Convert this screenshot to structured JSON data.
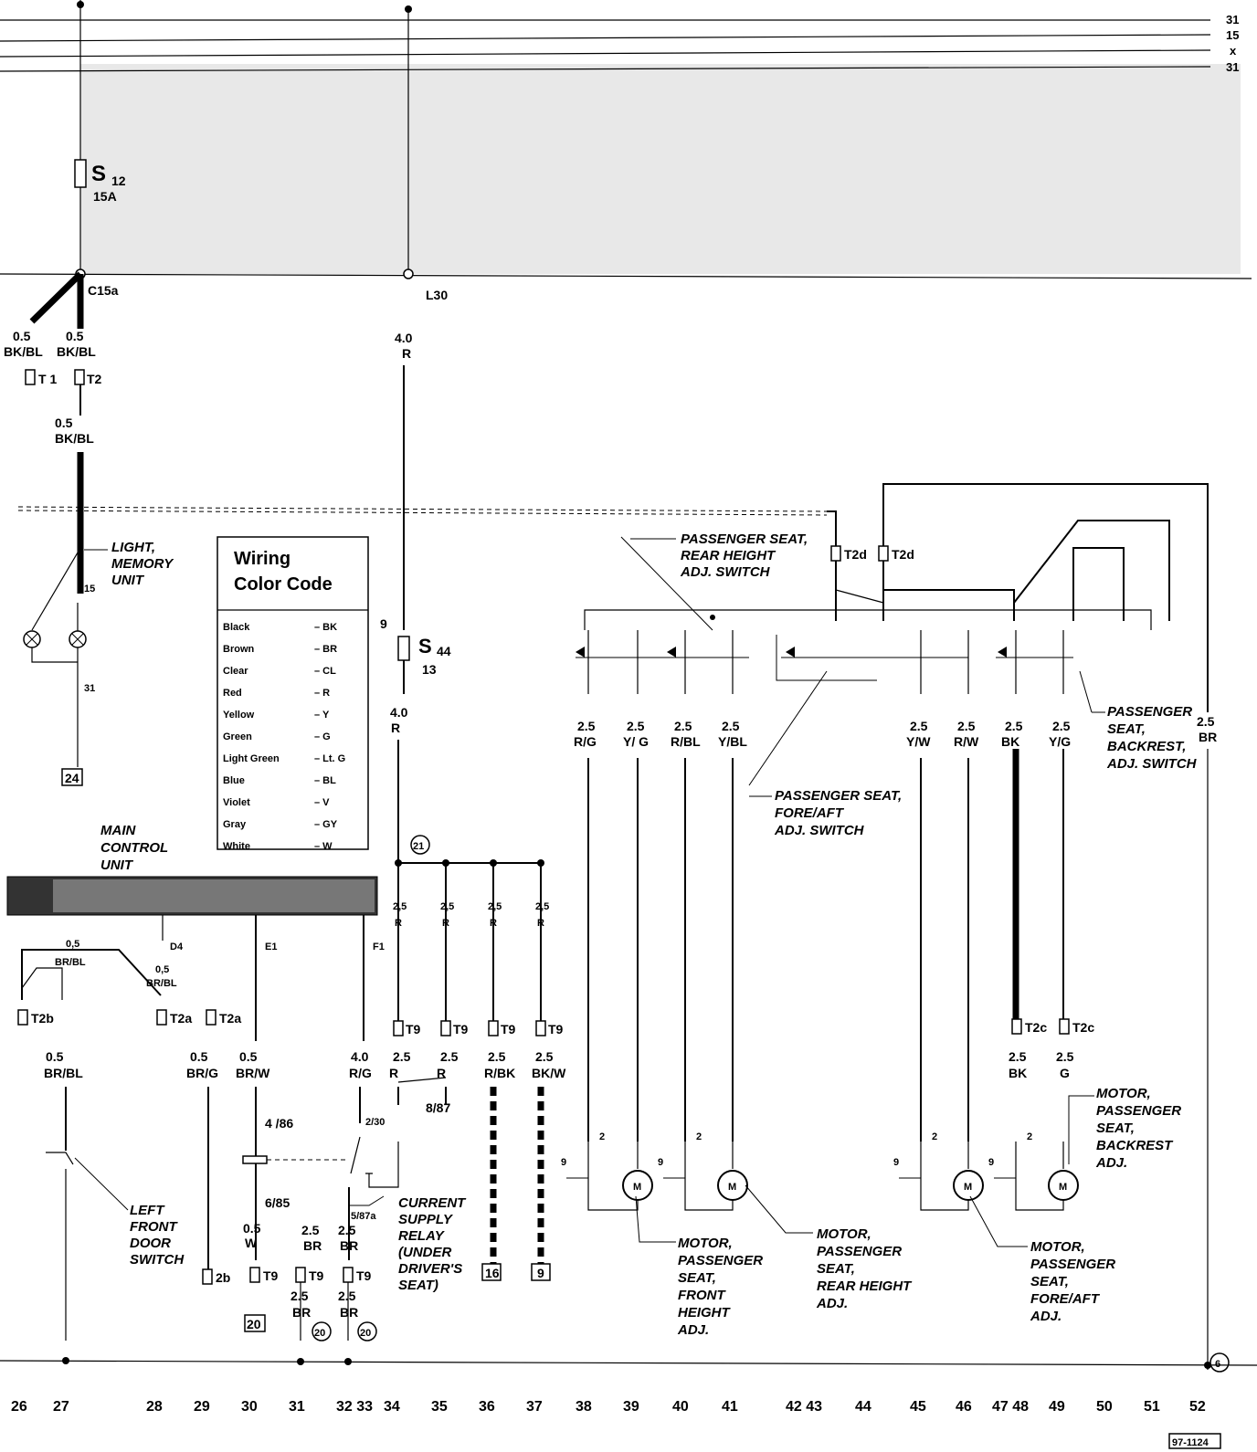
{
  "bus_lines": [
    "31",
    "15",
    "x",
    "31"
  ],
  "fuses": [
    {
      "id": "S 12",
      "id_main": "S",
      "id_sub": "12",
      "rating": "15A"
    },
    {
      "id": "S 44",
      "id_main": "S",
      "id_sub": "44",
      "circuit": "13",
      "pin": "9"
    }
  ],
  "connectors": {
    "c15a": "C15a",
    "l30": "L30",
    "t1": "T 1",
    "t2": "T2",
    "t2d": "T2d",
    "t2c": "T2c",
    "t9": "T9",
    "t2a": "T2a",
    "t2b": "T2b",
    "t2b_ground": "2b",
    "d4": "D4",
    "e1": "E1",
    "f1": "F1"
  },
  "wires": {
    "bkbl_left": {
      "size": "0.5",
      "color": "BK/BL"
    },
    "bkbl_mid": {
      "size": "0.5",
      "color": "BK/BL"
    },
    "bkbl_lower": {
      "size": "0.5",
      "color": "BK/BL"
    },
    "l30_r_top": {
      "size": "4.0",
      "color": "R"
    },
    "l30_r_below": {
      "size": "4.0",
      "color": "R"
    },
    "brbl_top": {
      "size": "0,5",
      "color": "BR/BL"
    },
    "brbl_d4": {
      "size": "0,5",
      "color": "BR/BL"
    },
    "brbl_left": {
      "size": "0.5",
      "color": "BR/BL"
    },
    "brg": {
      "size": "0.5",
      "color": "BR/G"
    },
    "brw": {
      "size": "0.5",
      "color": "BR/W"
    },
    "w": {
      "size": "0.5",
      "color": "W"
    },
    "rg_relay": {
      "size": "4.0",
      "color": "R/G"
    },
    "br_a": {
      "size": "2.5",
      "color": "BR"
    },
    "br_b": {
      "size": "2.5",
      "color": "BR"
    },
    "br_c": {
      "size": "2.5",
      "color": "BR"
    },
    "br_d": {
      "size": "2.5",
      "color": "BR"
    },
    "r_bus": [
      {
        "size": "2,5",
        "color": "R"
      },
      {
        "size": "2,5",
        "color": "R"
      },
      {
        "size": "2,5",
        "color": "R"
      },
      {
        "size": "2,5",
        "color": "R"
      }
    ],
    "t9_out": [
      {
        "size": "2.5",
        "color": "R"
      },
      {
        "size": "2.5",
        "color": "R"
      },
      {
        "size": "2.5",
        "color": "R/BK"
      },
      {
        "size": "2.5",
        "color": "BK/W"
      }
    ],
    "seat": [
      {
        "size": "2.5",
        "color": "R/G"
      },
      {
        "size": "2.5",
        "color": "Y/ G"
      },
      {
        "size": "2.5",
        "color": "R/BL"
      },
      {
        "size": "2.5",
        "color": "Y/BL"
      },
      {
        "size": "2.5",
        "color": "Y/W"
      },
      {
        "size": "2.5",
        "color": "R/W"
      },
      {
        "size": "2.5",
        "color": "BK"
      },
      {
        "size": "2.5",
        "color": "Y/G"
      }
    ],
    "backrest_motor": [
      {
        "size": "2.5",
        "color": "BK"
      },
      {
        "size": "2.5",
        "color": "G"
      }
    ],
    "br_right": {
      "size": "2.5",
      "color": "BR"
    }
  },
  "relay_pins": [
    "4 /86",
    "6/85",
    "2/30",
    "5/87a",
    "8/87"
  ],
  "pin_numbers": {
    "lamp_15": "15",
    "lamp_31": "31",
    "motor_2": "2",
    "switch_9": "9"
  },
  "circled": [
    "21",
    "20",
    "20",
    "6"
  ],
  "boxed": [
    "24",
    "20",
    "16",
    "9"
  ],
  "components": {
    "light_memory": [
      "LIGHT,",
      "MEMORY",
      "UNIT"
    ],
    "main_control": [
      "MAIN",
      "CONTROL",
      "UNIT"
    ],
    "left_door_switch": [
      "LEFT",
      "FRONT",
      "DOOR",
      "SWITCH"
    ],
    "relay": [
      "CURRENT",
      "SUPPLY",
      "RELAY",
      "(UNDER",
      "DRIVER'S",
      "SEAT)"
    ],
    "rear_height_switch": [
      "PASSENGER SEAT,",
      "REAR HEIGHT",
      "ADJ. SWITCH"
    ],
    "foreaft_switch": [
      "PASSENGER SEAT,",
      "FORE/AFT",
      "ADJ. SWITCH"
    ],
    "backrest_switch": [
      "PASSENGER",
      "SEAT,",
      "BACKREST,",
      "ADJ. SWITCH"
    ],
    "motor_front_height": [
      "MOTOR,",
      "PASSENGER",
      "SEAT,",
      "FRONT",
      "HEIGHT",
      "ADJ."
    ],
    "motor_rear_height": [
      "MOTOR,",
      "PASSENGER",
      "SEAT,",
      "REAR HEIGHT",
      "ADJ."
    ],
    "motor_foreaft": [
      "MOTOR,",
      "PASSENGER",
      "SEAT,",
      "FORE/AFT",
      "ADJ."
    ],
    "motor_backrest": [
      "MOTOR,",
      "PASSENGER",
      "SEAT,",
      "BACKREST",
      "ADJ."
    ]
  },
  "legend": {
    "title_line1": "Wiring",
    "title_line2": "Color Code",
    "rows": [
      {
        "color": "Black",
        "code": "– BK"
      },
      {
        "color": "Brown",
        "code": "– BR"
      },
      {
        "color": "Clear",
        "code": "– CL"
      },
      {
        "color": "Red",
        "code": "– R"
      },
      {
        "color": "Yellow",
        "code": "– Y"
      },
      {
        "color": "Green",
        "code": "– G"
      },
      {
        "color": "Light Green",
        "code": "– Lt. G"
      },
      {
        "color": "Blue",
        "code": "– BL"
      },
      {
        "color": "Violet",
        "code": "– V"
      },
      {
        "color": "Gray",
        "code": "– GY"
      },
      {
        "color": "White",
        "code": "– W"
      }
    ]
  },
  "motor_symbol": "M",
  "track_numbers": [
    "26",
    "27",
    "28",
    "29",
    "30",
    "31",
    "32 33",
    "34",
    "35",
    "36",
    "37",
    "38",
    "39",
    "40",
    "41",
    "42 43",
    "44",
    "45",
    "46",
    "47 48",
    "49",
    "50",
    "51",
    "52"
  ],
  "ref": "97-1124"
}
